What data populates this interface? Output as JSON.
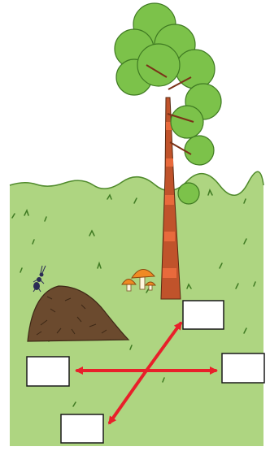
{
  "scene": {
    "elements": [
      "pine-tree",
      "anthill",
      "ant",
      "mushrooms",
      "grass-meadow"
    ],
    "arrow_color": "#e8202a",
    "grass_color": "#aed581",
    "tree_leaf_color": "#7cc24a",
    "trunk_color": "#c0532b",
    "trunk_band_color": "#e86a3c",
    "mushroom_cap_color": "#f08a24",
    "anthill_color": "#6b4a2e"
  },
  "boxes": {
    "north_east": "",
    "west": "",
    "east": "",
    "south_west": ""
  },
  "arrows": [
    "north-east",
    "south-west",
    "west",
    "east"
  ]
}
